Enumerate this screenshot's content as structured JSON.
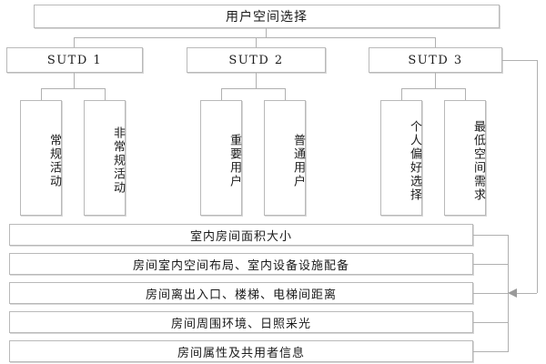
{
  "diagram": {
    "title": "用户空间选择",
    "root": {
      "label": "用户空间选择"
    },
    "level2": [
      {
        "label": "SUTD 1"
      },
      {
        "label": "SUTD 2"
      },
      {
        "label": "SUTD 3"
      }
    ],
    "level3": [
      {
        "label": "常规活动",
        "parent": "SUTD 1"
      },
      {
        "label": "非常规活动",
        "parent": "SUTD 1"
      },
      {
        "label": "重要用户",
        "parent": "SUTD 2"
      },
      {
        "label": "普通用户",
        "parent": "SUTD 2"
      },
      {
        "label": "个人偏好选择",
        "parent": "SUTD 3"
      },
      {
        "label": "最低空间需求",
        "parent": "SUTD 3"
      }
    ],
    "attributes": [
      {
        "label": "室内房间面积大小"
      },
      {
        "label": "房间室内空间布局、室内设备设施配备"
      },
      {
        "label": "房间离出入口、楼梯、电梯间距离"
      },
      {
        "label": "房间周围环境、日照采光"
      },
      {
        "label": "房间属性及共用者信息"
      }
    ],
    "colors": {
      "background": "#ffffff",
      "node_fill": "#ffffff",
      "node_border": "#b9b9b9",
      "connector": "#b0b0b0",
      "text": "#1a1a1a",
      "arrow": "#9a9a9a"
    }
  }
}
